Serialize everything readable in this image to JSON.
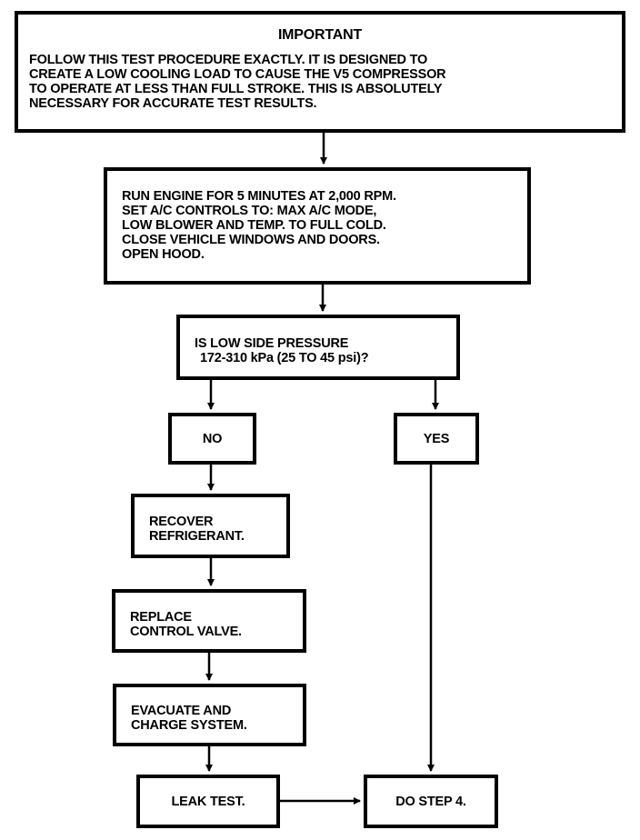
{
  "important": {
    "title": "IMPORTANT",
    "lines": [
      "FOLLOW THIS TEST PROCEDURE EXACTLY. IT IS DESIGNED TO",
      "CREATE A LOW COOLING LOAD TO CAUSE THE V5 COMPRESSOR",
      "TO OPERATE AT LESS THAN FULL STROKE. THIS IS ABSOLUTELY",
      "NECESSARY FOR ACCURATE TEST RESULTS."
    ]
  },
  "run_engine": {
    "lines": [
      "RUN ENGINE FOR 5 MINUTES AT 2,000 RPM.",
      "SET A/C CONTROLS TO: MAX A/C MODE,",
      "LOW BLOWER AND TEMP. TO FULL COLD.",
      "CLOSE VEHICLE WINDOWS AND DOORS.",
      "OPEN HOOD."
    ]
  },
  "question": {
    "line1": "IS LOW SIDE PRESSURE",
    "line2": "172-310 kPa (25 TO 45 psi)?"
  },
  "no_label": "NO",
  "yes_label": "YES",
  "recover": {
    "line1": "RECOVER",
    "line2": "REFRIGERANT."
  },
  "replace": {
    "line1": "REPLACE",
    "line2": "CONTROL VALVE."
  },
  "evacuate": {
    "line1": "EVACUATE AND",
    "line2": "CHARGE SYSTEM."
  },
  "leak_test": "LEAK TEST.",
  "step4": "DO STEP 4."
}
